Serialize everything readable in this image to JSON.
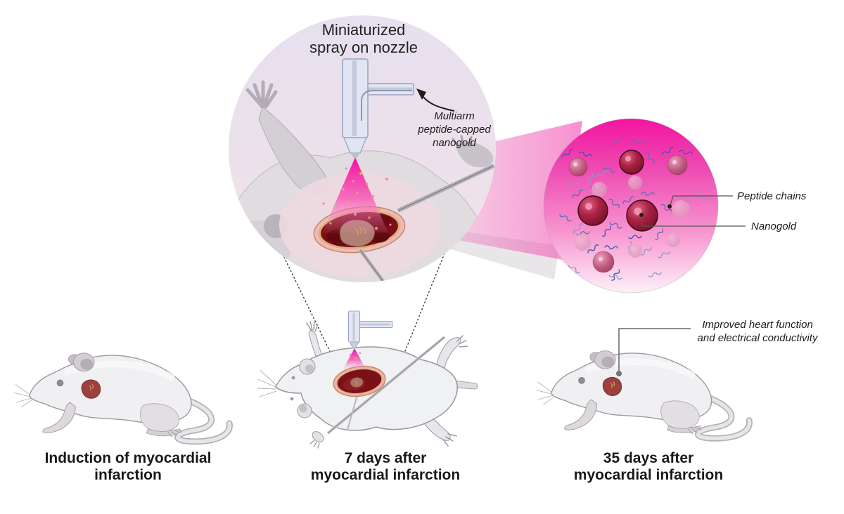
{
  "figure": {
    "magnified_view": {
      "title_lines": [
        "Miniaturized",
        "spray on nozzle"
      ],
      "nozzle_annotation_lines": [
        "Multiarm",
        "peptide-capped",
        "nanogold"
      ]
    },
    "nanoparticle_view": {
      "peptide_chains_label": "Peptide chains",
      "nanogold_label": "Nanogold"
    },
    "stages": [
      {
        "caption_lines": [
          "Induction of myocardial",
          "infarction"
        ]
      },
      {
        "caption_lines": [
          "7 days after",
          "myocardial infarction"
        ]
      },
      {
        "caption_lines": [
          "35 days after",
          "myocardial infarction"
        ],
        "annotation_lines": [
          "Improved heart function",
          "and electrical conductivity"
        ]
      }
    ],
    "colors": {
      "accent_magenta": "#f318a2",
      "nanogold_dark": "#9c1f3a",
      "peptide_blue": "#5a6cb4",
      "heart_red": "#9c3d3d",
      "droplet_gold": "#e0aa4e"
    }
  }
}
